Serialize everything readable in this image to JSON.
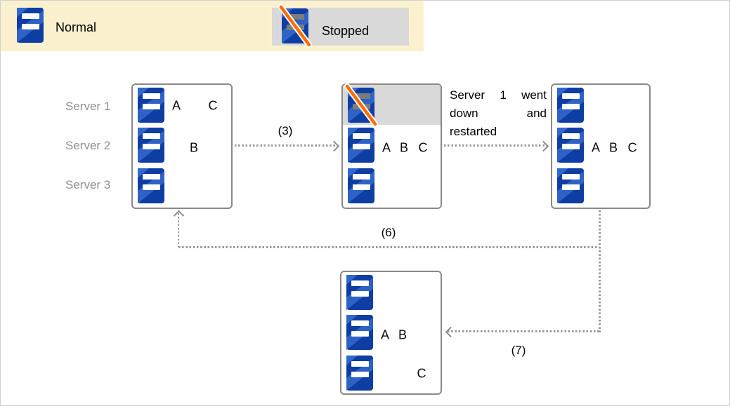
{
  "legend": {
    "normal_label": "Normal",
    "stopped_label": "Stopped",
    "normal_icon": "server-icon",
    "stopped_icon": "server-slash-icon"
  },
  "server_labels": {
    "s1": "Server 1",
    "s2": "Server 2",
    "s3": "Server 3"
  },
  "boxes": {
    "initial": {
      "letters": {
        "r1a": "A",
        "r1c": "C",
        "r2b": "B"
      }
    },
    "failover": {
      "letters": {
        "r2a": "A",
        "r2b": "B",
        "r2c": "C"
      }
    },
    "restarted": {
      "letters": {
        "r2a": "A",
        "r2b": "B",
        "r2c": "C"
      }
    },
    "rebalanced": {
      "letters": {
        "r2a": "A",
        "r2b": "B",
        "r3c": "C"
      }
    }
  },
  "arrows": {
    "step3_label": "(3)",
    "step6_label": "(6)",
    "step7_label": "(7)"
  },
  "annotation": "Server 1 went down and restarted",
  "colors": {
    "server_blue": "#0E3DA3",
    "server_blue_light": "#2F64C8",
    "stopped_slash_orange": "#FF6C00",
    "legend_bg": "#FCF1CF",
    "stopped_bg": "#D9D9D9",
    "box_border": "#898989",
    "connector_gray": "#999999",
    "label_gray": "#8F8F8F"
  }
}
